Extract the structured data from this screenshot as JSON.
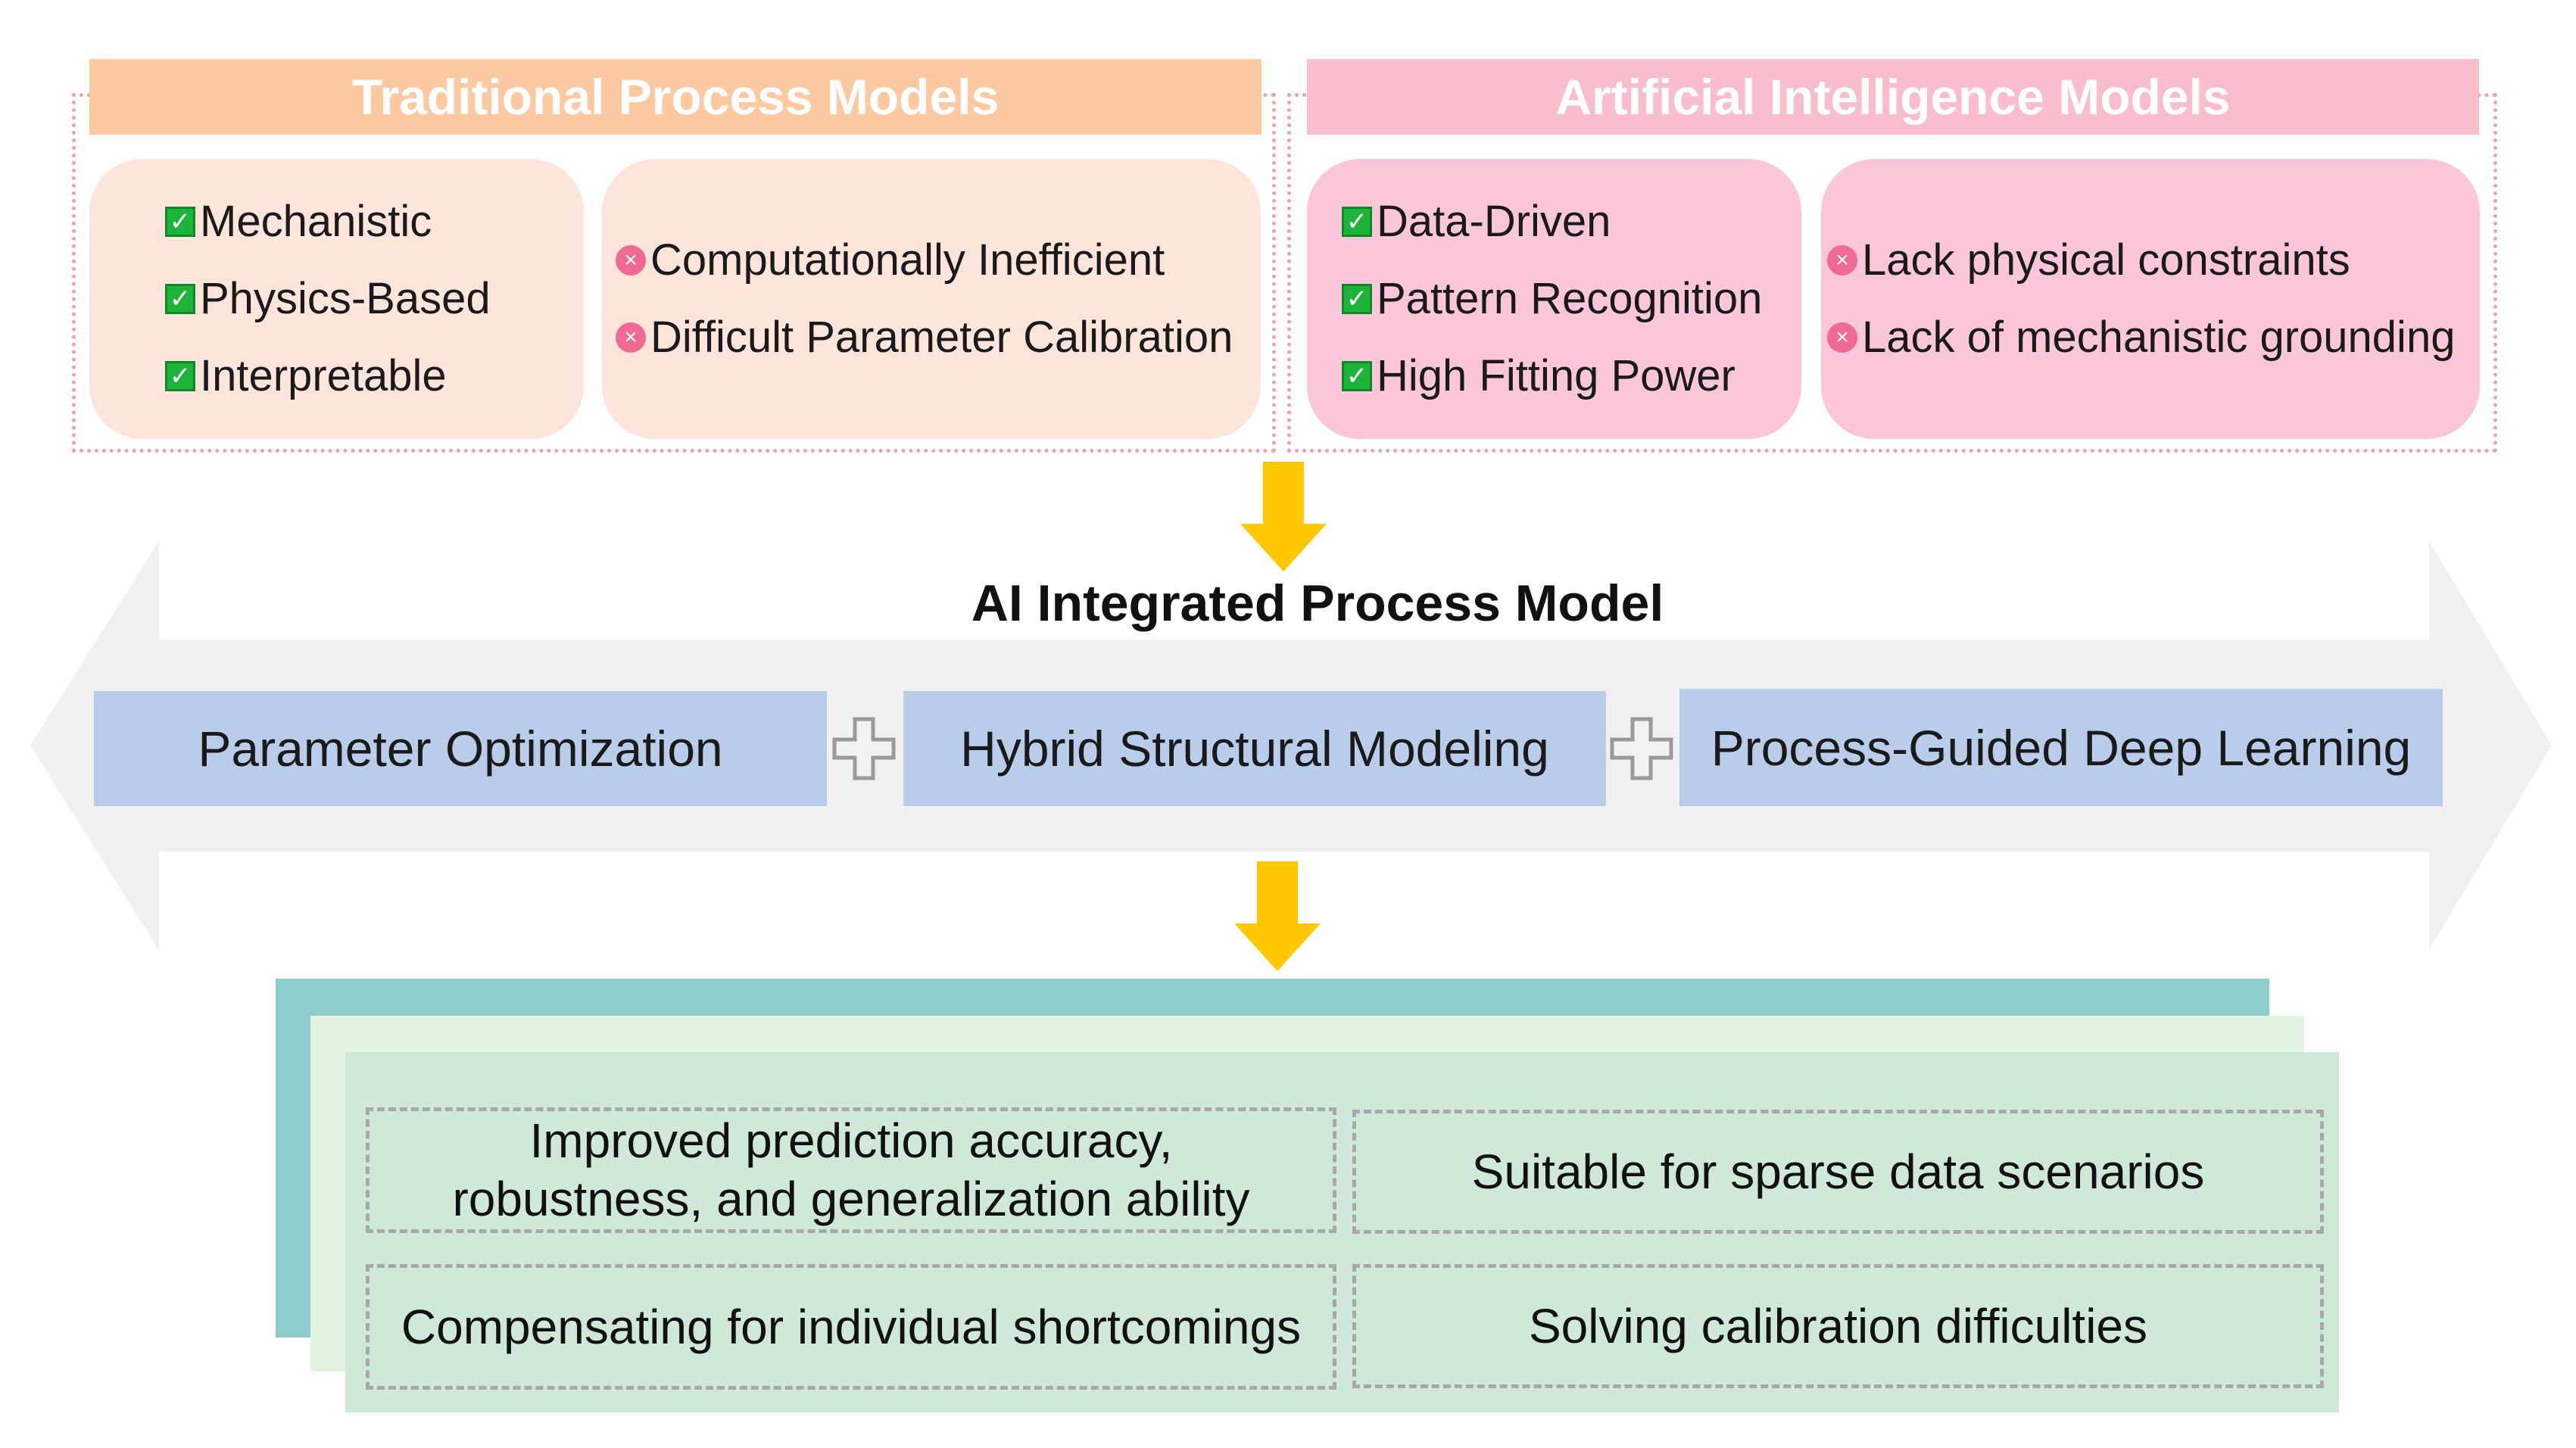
{
  "colors": {
    "traditional_header": "#fcc9a0",
    "traditional_box": "#fde5dc",
    "ai_header": "#f9bdcc",
    "ai_box": "#fcc6da",
    "frame_dotted": "#f0a0a8",
    "arrow_yellow": "#ffc800",
    "band_gray": "#f0f0f0",
    "method_box": "#b9cdea",
    "stack_back": "#8ecdcc",
    "stack_middle": "#e3f3e2",
    "stack_front": "#cfe8d8",
    "check_green": "#1cb53a",
    "cross_pink": "#ee6a92"
  },
  "traditional": {
    "header": "Traditional Process Models",
    "strengths": [
      "Mechanistic",
      "Physics-Based",
      "Interpretable"
    ],
    "weaknesses": [
      "Computationally Inefficient",
      "Difficult Parameter Calibration"
    ]
  },
  "ai_models": {
    "header": "Artificial Intelligence Models",
    "strengths": [
      "Data-Driven",
      "Pattern Recognition",
      "High Fitting Power"
    ],
    "weaknesses": [
      "Lack physical constraints",
      "Lack of mechanistic grounding"
    ]
  },
  "integration": {
    "title": "AI Integrated Process Model",
    "methods": [
      "Parameter Optimization",
      "Hybrid Structural Modeling",
      "Process-Guided Deep Learning"
    ]
  },
  "benefits": {
    "accuracy_line1": "Improved prediction accuracy,",
    "accuracy_line2": "robustness, and generalization ability",
    "sparse": "Suitable for sparse data scenarios",
    "shortcomings": "Compensating for individual shortcomings",
    "calibration": "Solving calibration difficulties"
  },
  "icons": {
    "check": "check-icon",
    "cross": "cross-circle-icon",
    "arrow": "arrow-down-icon",
    "plus": "plus-icon"
  }
}
